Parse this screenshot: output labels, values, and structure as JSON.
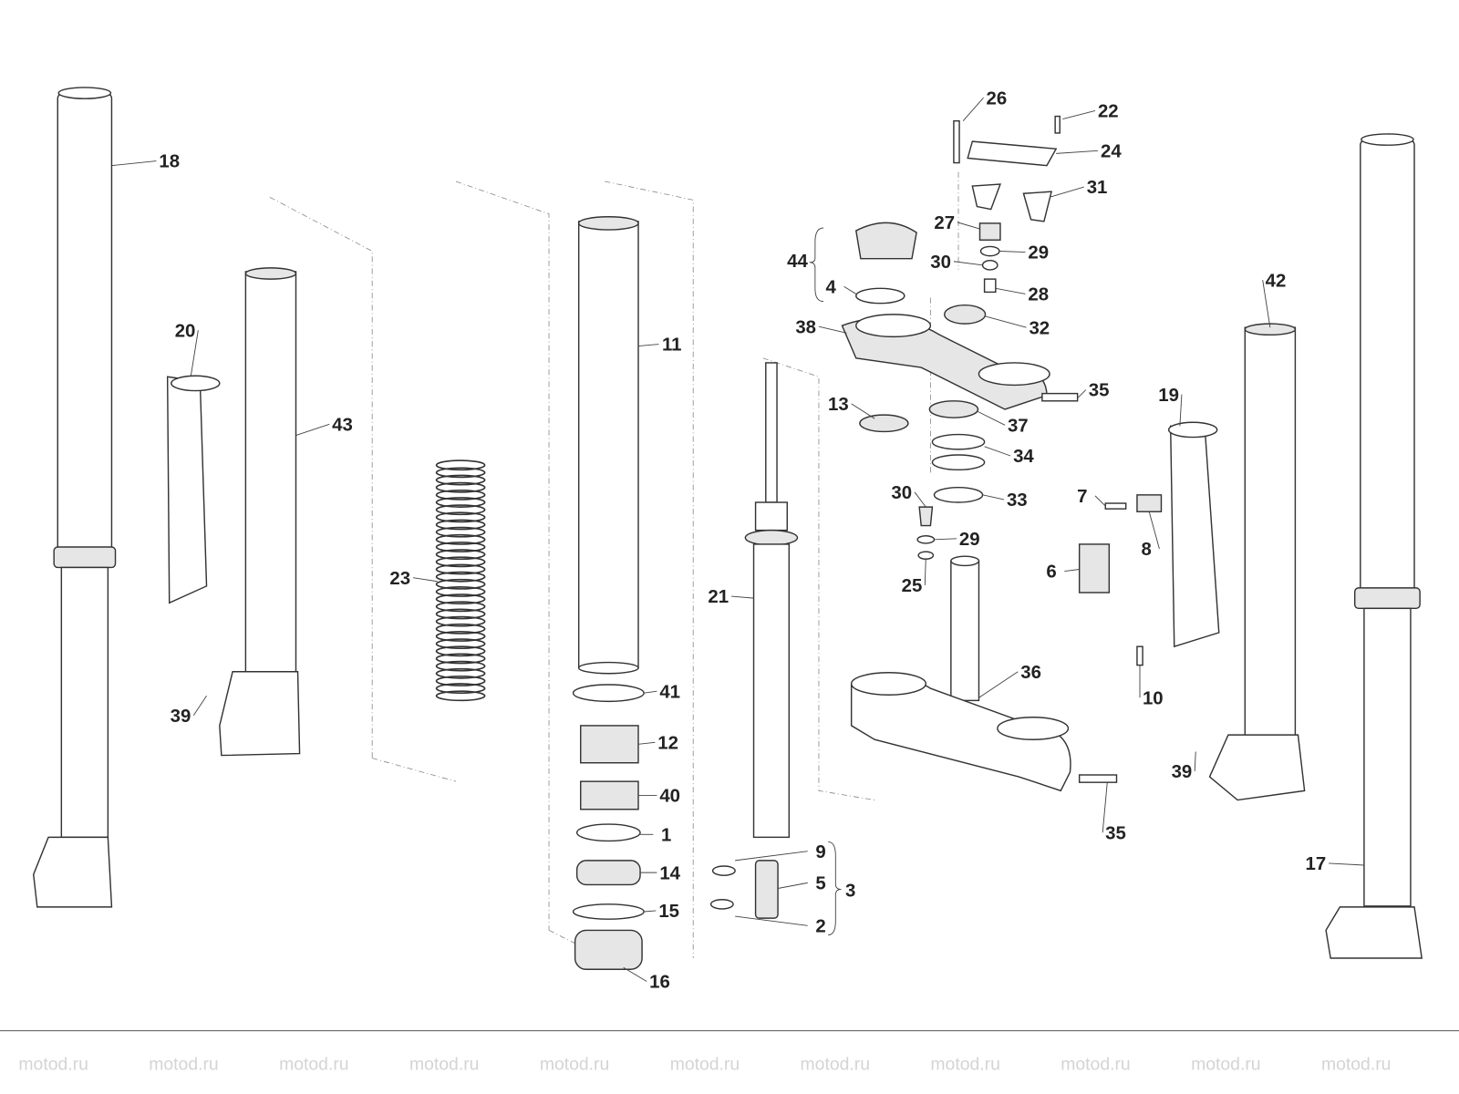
{
  "diagram": {
    "title": "Front fork exploded view",
    "watermark": "motod.ru",
    "callouts": [
      "18",
      "20",
      "43",
      "39",
      "23",
      "11",
      "41",
      "12",
      "40",
      "1",
      "14",
      "15",
      "16",
      "21",
      "9",
      "5",
      "3",
      "2",
      "26",
      "22",
      "24",
      "31",
      "27",
      "29",
      "30",
      "28",
      "44",
      "4",
      "38",
      "32",
      "35",
      "13",
      "37",
      "34",
      "33",
      "30",
      "29",
      "25",
      "7",
      "8",
      "6",
      "19",
      "10",
      "36",
      "35",
      "42",
      "39",
      "17"
    ]
  }
}
